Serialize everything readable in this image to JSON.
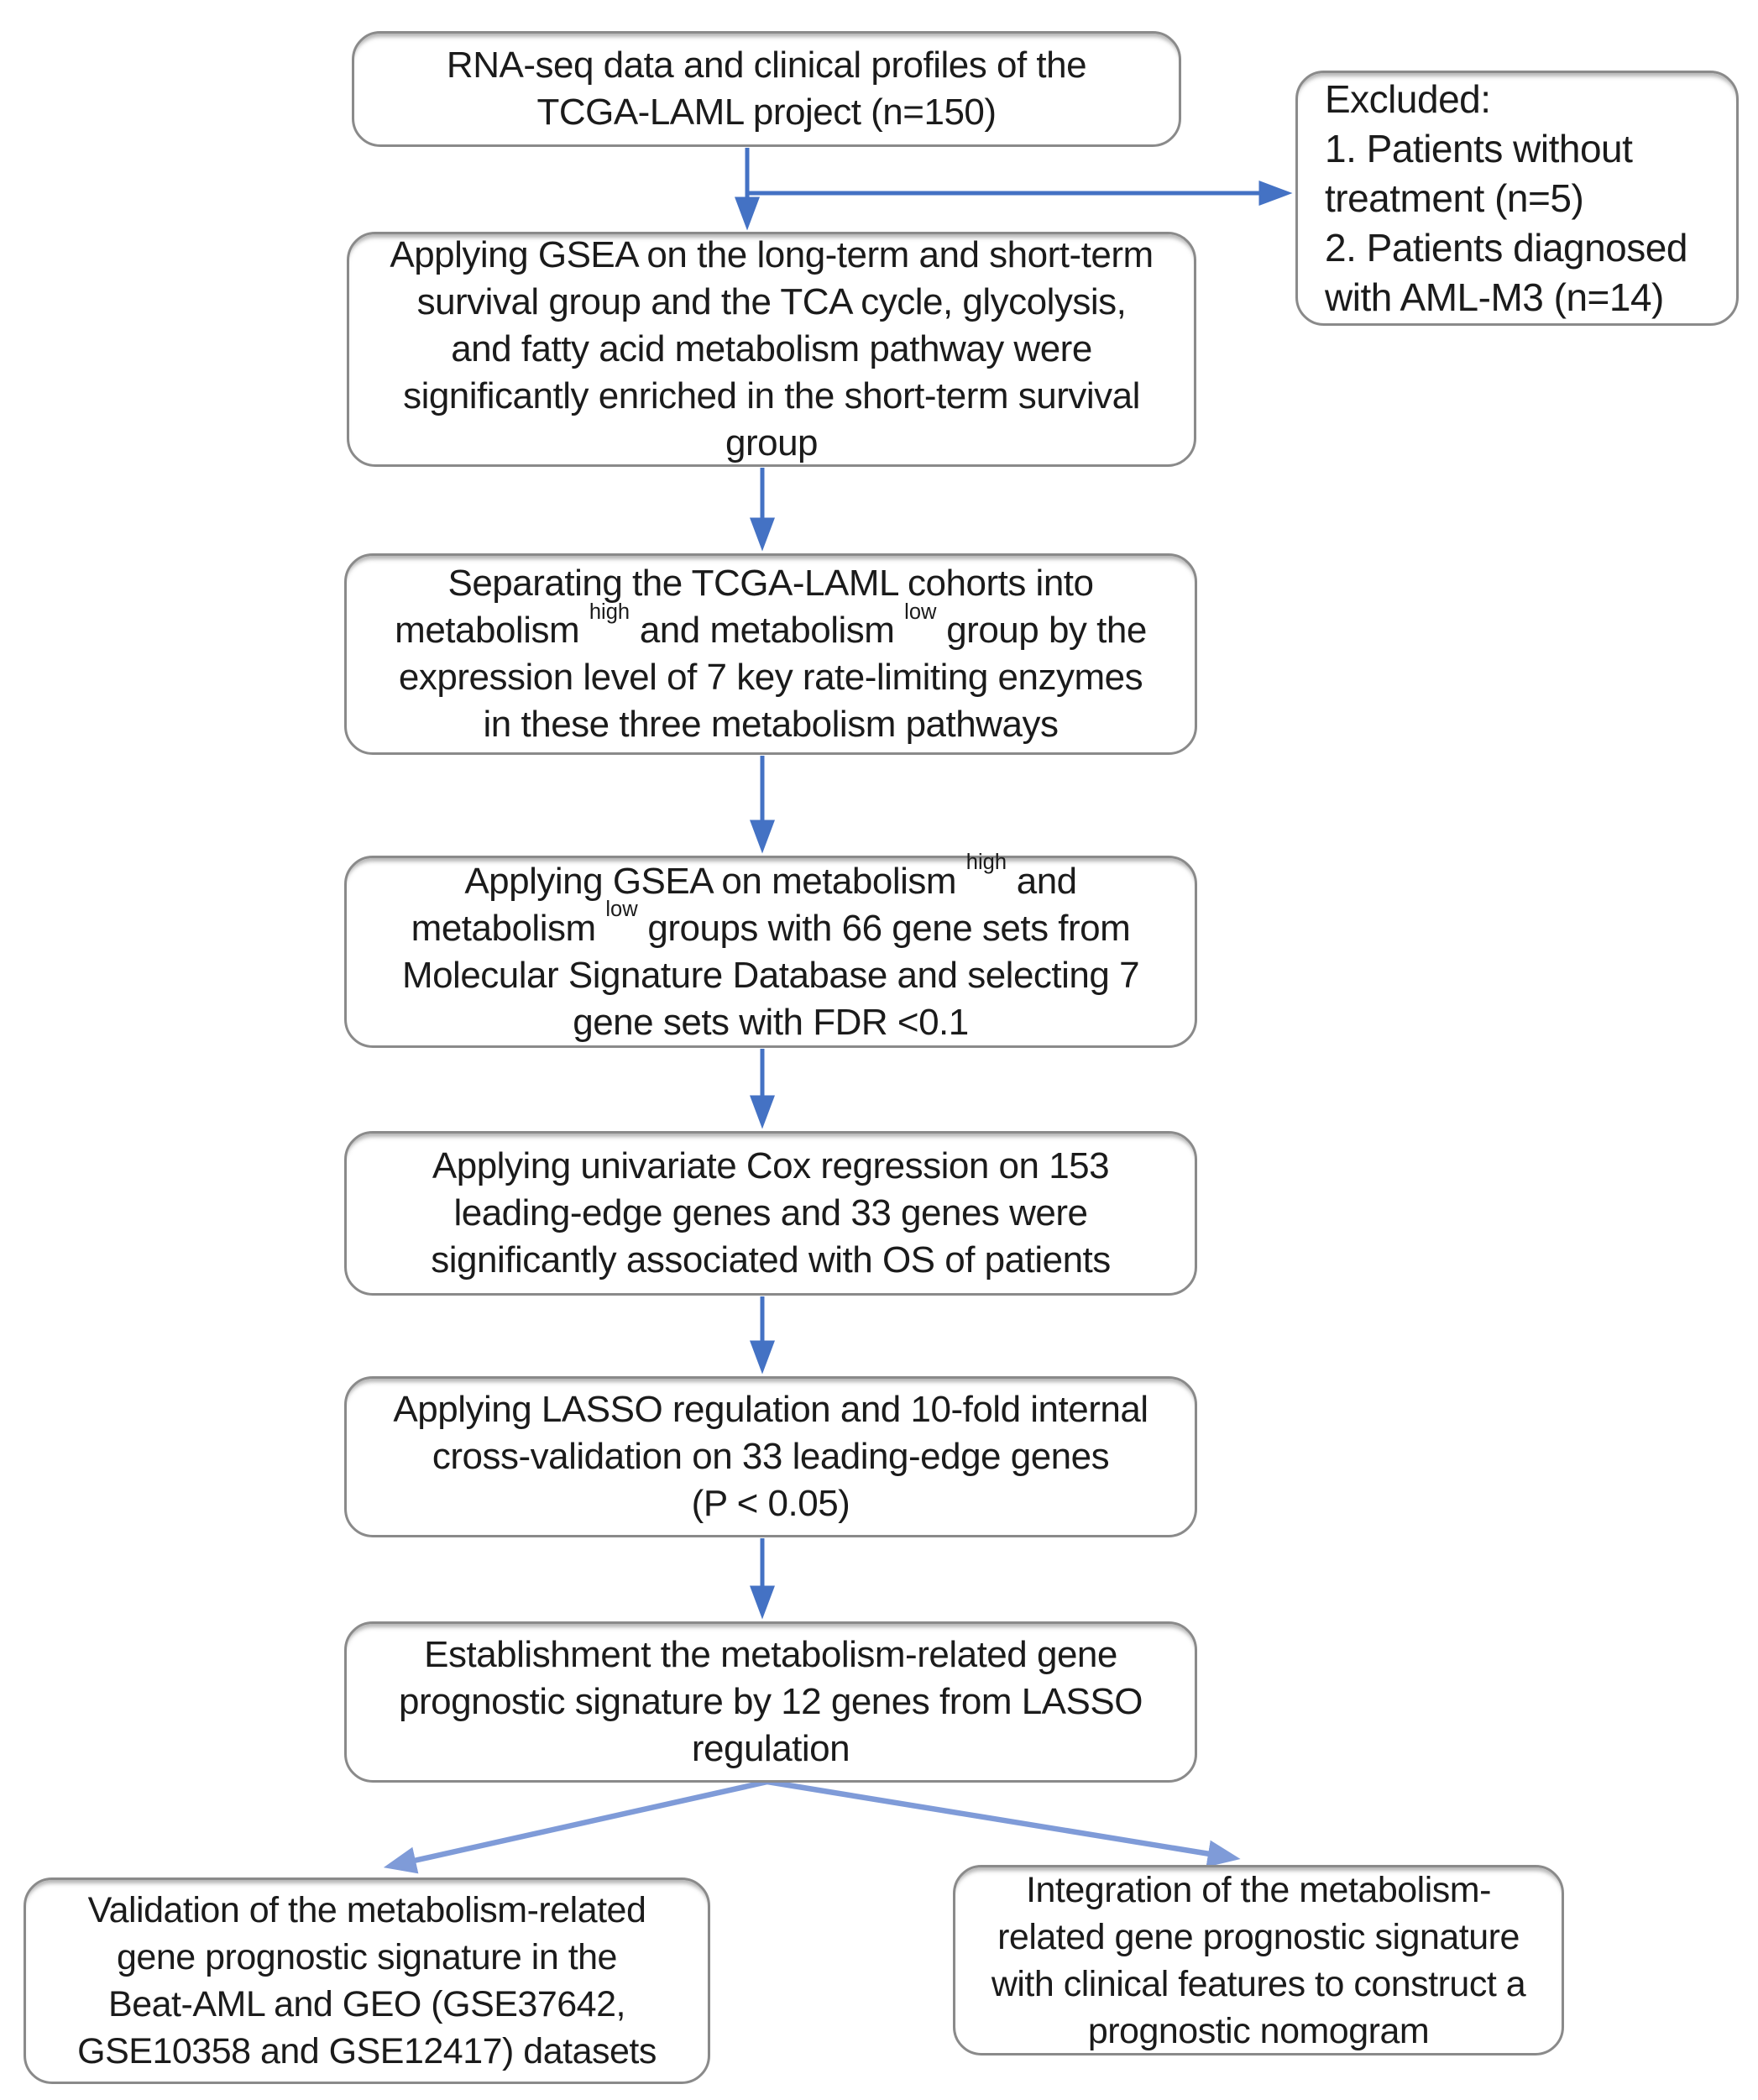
{
  "diagram": {
    "title": "Study workflow flowchart",
    "colors": {
      "arrow_blue": "#4472C4",
      "arrow_light": "#7f9bd8",
      "box_border": "#8a8a8a",
      "text": "#1b1b1b",
      "background": "#ffffff"
    },
    "boxes": {
      "top": {
        "lines": [
          "RNA-seq data and clinical profiles of the",
          "TCGA-LAML project (n=150)"
        ]
      },
      "excluded": {
        "lines": [
          "Excluded:",
          "1. Patients without",
          "treatment (n=5)",
          "2. Patients diagnosed",
          "with AML-M3 (n=14)"
        ]
      },
      "gsea_survival": {
        "lines": [
          "Applying GSEA on the long-term and short-term",
          "survival group and the TCA cycle, glycolysis,",
          "and fatty acid metabolism pathway were",
          "significantly enriched in the short-term survival",
          "group"
        ]
      },
      "separating": {
        "line1": "Separating the TCGA-LAML cohorts into",
        "line2": {
          "a": "metabolism ",
          "sup_a": "high",
          "b": " and metabolism ",
          "sup_b": "low",
          "c": " group by the"
        },
        "line3": "expression level of 7 key rate-limiting enzymes",
        "line4": "in these three metabolism pathways"
      },
      "gsea_metabolism": {
        "line1": {
          "a": "Applying GSEA on metabolism ",
          "sup_a": "high",
          "b": " and"
        },
        "line2": {
          "a": "metabolism ",
          "sup_a": "low",
          "b": " groups with 66 gene sets from"
        },
        "line3": "Molecular Signature Database and selecting 7",
        "line4": "gene sets with FDR <0.1"
      },
      "cox": {
        "lines": [
          "Applying univariate Cox regression on 153",
          "leading-edge genes and 33 genes were",
          "significantly associated with OS of patients"
        ]
      },
      "lasso": {
        "lines": [
          "Applying LASSO regulation and 10-fold internal",
          "cross-validation on 33 leading-edge genes",
          "(P < 0.05)"
        ]
      },
      "establishment": {
        "lines": [
          "Establishment the metabolism-related gene",
          "prognostic signature by 12 genes from LASSO",
          "regulation"
        ]
      },
      "validation": {
        "lines": [
          "Validation of the metabolism-related",
          "gene prognostic signature in the",
          "Beat-AML and GEO (GSE37642,",
          "GSE10358 and GSE12417) datasets"
        ]
      },
      "integration": {
        "lines": [
          "Integration of the metabolism-",
          "related gene prognostic signature",
          "with clinical features to construct a",
          "prognostic nomogram"
        ]
      }
    }
  }
}
